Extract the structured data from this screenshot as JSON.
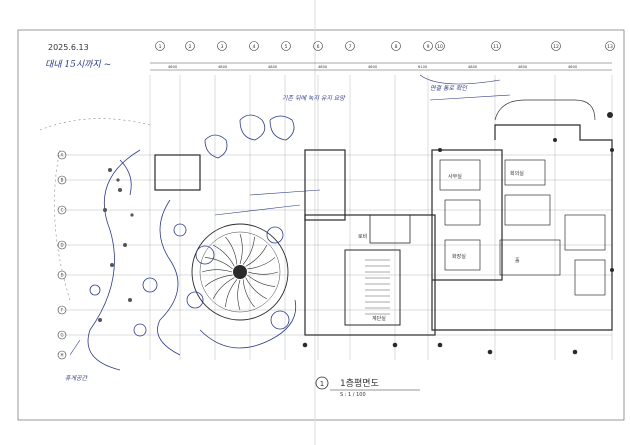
{
  "stamp": {
    "date": "2025.6.13",
    "handwritten_note": "대내 15시까지 ~"
  },
  "title_block": {
    "number": "1",
    "title": "1층평면도",
    "scale": "S : 1 / 100"
  },
  "grid": {
    "top_bubbles": [
      "1",
      "2",
      "3",
      "4",
      "5",
      "6",
      "7",
      "8",
      "9",
      "10",
      "11",
      "12",
      "13"
    ],
    "left_bubbles": [
      "A",
      "B",
      "C",
      "D",
      "E",
      "F",
      "G",
      "H"
    ],
    "dimensions": [
      "4800",
      "4800",
      "4800",
      "4800",
      "4800",
      "6100",
      "4800",
      "4800",
      "4800"
    ]
  },
  "room_labels": {
    "lobby": "로비",
    "office_1": "사무실",
    "office_2": "회의실",
    "stair": "계단실",
    "wc": "화장실",
    "hall": "홀"
  },
  "annotations": {
    "note_1": "기존 뒤에 녹지 유지 요망",
    "note_2": "연결 통로 확인",
    "note_3": "휴게공간"
  },
  "colors": {
    "paper": "#ffffff",
    "line": "#2a2a2a",
    "ink": "#2c3a8a",
    "light": "#8a8a8a"
  }
}
